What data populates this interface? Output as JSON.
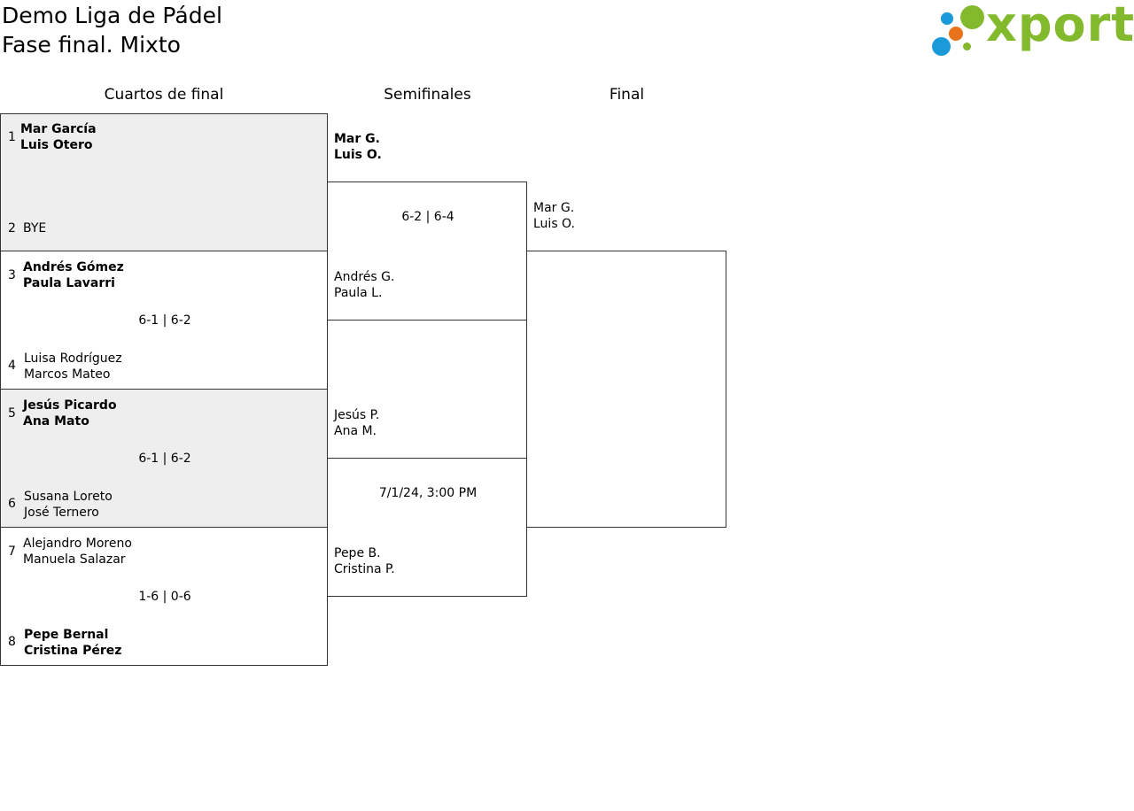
{
  "header": {
    "title_line1": "Demo Liga de Pádel",
    "title_line2": "Fase final. Mixto",
    "logo_text": "xporty"
  },
  "colors": {
    "logo_green": "#82b92d",
    "logo_blue": "#1a9ad9",
    "logo_orange": "#e8731a",
    "shaded_box": "#eeeeee",
    "border": "#333333"
  },
  "rounds": {
    "quarterfinals": "Cuartos de final",
    "semifinals": "Semifinales",
    "final": "Final"
  },
  "quarterfinals": [
    {
      "top": {
        "seed": "1",
        "p1": "Mar García",
        "p2": "Luis Otero",
        "winner": true
      },
      "bottom": {
        "seed": "2",
        "p1": "BYE",
        "p2": "",
        "winner": false
      },
      "score": ""
    },
    {
      "top": {
        "seed": "3",
        "p1": "Andrés Gómez",
        "p2": "Paula Lavarri",
        "winner": true
      },
      "bottom": {
        "seed": "4",
        "p1": "Luisa Rodríguez",
        "p2": "Marcos Mateo",
        "winner": false
      },
      "score": "6-1 | 6-2"
    },
    {
      "top": {
        "seed": "5",
        "p1": "Jesús Picardo",
        "p2": "Ana Mato",
        "winner": true
      },
      "bottom": {
        "seed": "6",
        "p1": "Susana Loreto",
        "p2": "José Ternero",
        "winner": false
      },
      "score": "6-1 | 6-2"
    },
    {
      "top": {
        "seed": "7",
        "p1": "Alejandro Moreno",
        "p2": "Manuela Salazar",
        "winner": false
      },
      "bottom": {
        "seed": "8",
        "p1": "Pepe Bernal",
        "p2": "Cristina Pérez",
        "winner": true
      },
      "score": "1-6 | 0-6"
    }
  ],
  "semifinals": [
    {
      "top": {
        "p1": "Mar G.",
        "p2": "Luis O.",
        "winner": true
      },
      "bottom": {
        "p1": "Andrés G.",
        "p2": "Paula L.",
        "winner": false
      },
      "score": "6-2 | 6-4"
    },
    {
      "top": {
        "p1": "Jesús P.",
        "p2": "Ana M.",
        "winner": false
      },
      "bottom": {
        "p1": "Pepe B.",
        "p2": "Cristina P.",
        "winner": false
      },
      "score": "7/1/24, 3:00 PM"
    }
  ],
  "final": {
    "top": {
      "p1": "Mar G.",
      "p2": "Luis O.",
      "winner": false
    }
  }
}
